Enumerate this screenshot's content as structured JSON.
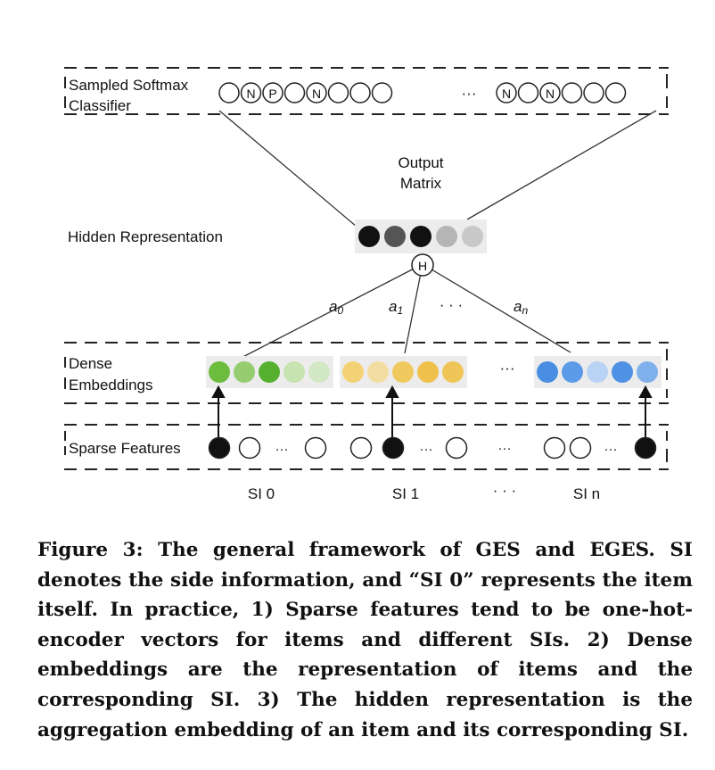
{
  "layers": {
    "softmax_line1": "Sampled Softmax",
    "softmax_line2": "Classifier",
    "output_line1": "Output",
    "output_line2": "Matrix",
    "hidden": "Hidden Representation",
    "dense_line1": "Dense",
    "dense_line2": "Embeddings",
    "sparse": "Sparse Features"
  },
  "softmax_nodes": {
    "left": [
      "",
      "N",
      "P",
      "",
      "N",
      "",
      "",
      ""
    ],
    "ellipsis": "···",
    "right": [
      "N",
      "",
      "N",
      "",
      "",
      ""
    ]
  },
  "hidden_node": "H",
  "weights": {
    "a0": "a",
    "a0_sub": "0",
    "a1": "a",
    "a1_sub": "1",
    "an": "a",
    "an_sub": "n",
    "ellipsis": "· · ·"
  },
  "groups": [
    {
      "label": "SI 0",
      "colors": [
        "#6cbc3e",
        "#95cc70",
        "#55b02f",
        "#c6e3b0",
        "#d2e8c4"
      ]
    },
    {
      "label": "SI 1",
      "colors": [
        "#f3d175",
        "#f2dda0",
        "#f0c95e",
        "#efc04a",
        "#eec556"
      ]
    },
    {
      "label": "SI n",
      "colors": [
        "#4a8ee4",
        "#5c9be8",
        "#b9d3f4",
        "#4f91e5",
        "#7fb0ec"
      ]
    }
  ],
  "hidden_colors": [
    "#111111",
    "#555555",
    "#111111",
    "#b5b5b5",
    "#c8c8c8"
  ],
  "dense_ellipsis": "···",
  "si_ellipsis": "· · ·",
  "sparse_ellipsis": "···",
  "caption": "Figure 3: The general framework of GES and EGES. SI denotes the side information, and “SI 0” represents the item itself. In practice, 1) Sparse features tend to be one-hot-encoder vectors for items and different SIs. 2) Dense embeddings are the representation of items and the corresponding SI. 3) The hidden representation is the aggregation embedding of an item and its corresponding SI."
}
